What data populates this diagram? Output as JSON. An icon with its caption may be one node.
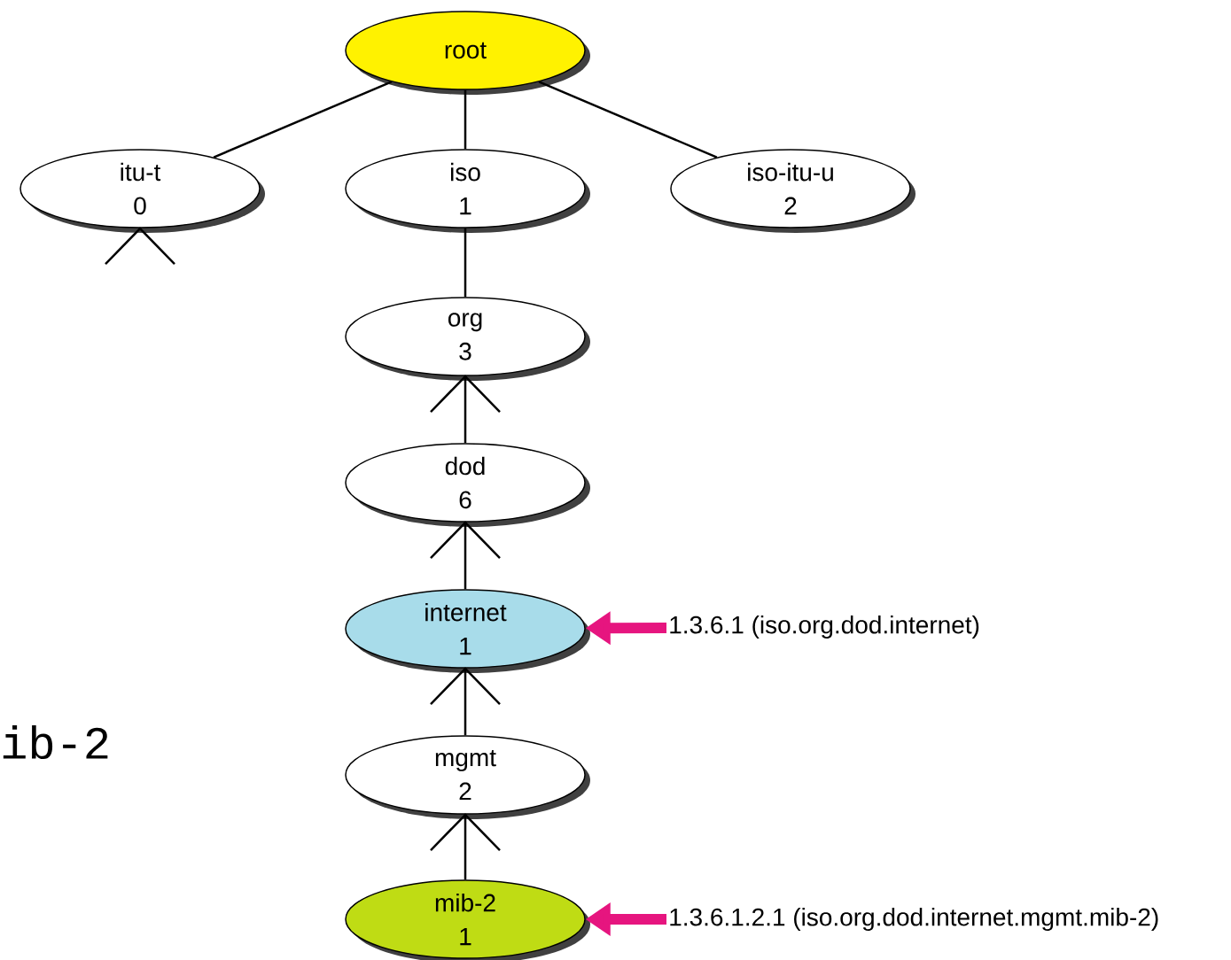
{
  "diagram": {
    "nodes": [
      {
        "text": [
          "root"
        ]
      },
      {
        "text": [
          "itu-t",
          "0"
        ]
      },
      {
        "text": [
          "iso",
          "1"
        ]
      },
      {
        "text": [
          "iso-itu-u",
          "2"
        ]
      },
      {
        "text": [
          "org",
          "3"
        ]
      },
      {
        "text": [
          "dod",
          "6"
        ]
      },
      {
        "text": [
          "internet",
          "1"
        ]
      },
      {
        "text": [
          "mgmt",
          "2"
        ]
      },
      {
        "text": [
          "mib-2",
          "1"
        ]
      },
      {
        "text": [
          "1.3.6.1 (iso.org.dod.internet)"
        ]
      },
      {
        "text": [
          "1.3.6.1.2.1 (iso.org.dod.internet.mgmt.mib-2)"
        ]
      }
    ],
    "edges": [
      {
        "from": 0,
        "to": 1,
        "arrow": "none"
      },
      {
        "from": 0,
        "to": 2,
        "arrow": "none"
      },
      {
        "from": 0,
        "to": 3,
        "arrow": "none"
      },
      {
        "from": 2,
        "to": 4,
        "arrow": "none"
      },
      {
        "from": 4,
        "to": 5,
        "arrow": "none"
      },
      {
        "from": 5,
        "to": 6,
        "arrow": "none"
      },
      {
        "from": 6,
        "to": 7,
        "arrow": "none"
      },
      {
        "from": 7,
        "to": 8,
        "arrow": "none"
      },
      {
        "from": 9,
        "to": 6,
        "arrow": "to",
        "style": "thick",
        "color": "#e6157f"
      },
      {
        "from": 10,
        "to": 8,
        "arrow": "to",
        "style": "thick",
        "color": "#e6157f"
      }
    ],
    "labels": [
      "ib-2"
    ]
  }
}
